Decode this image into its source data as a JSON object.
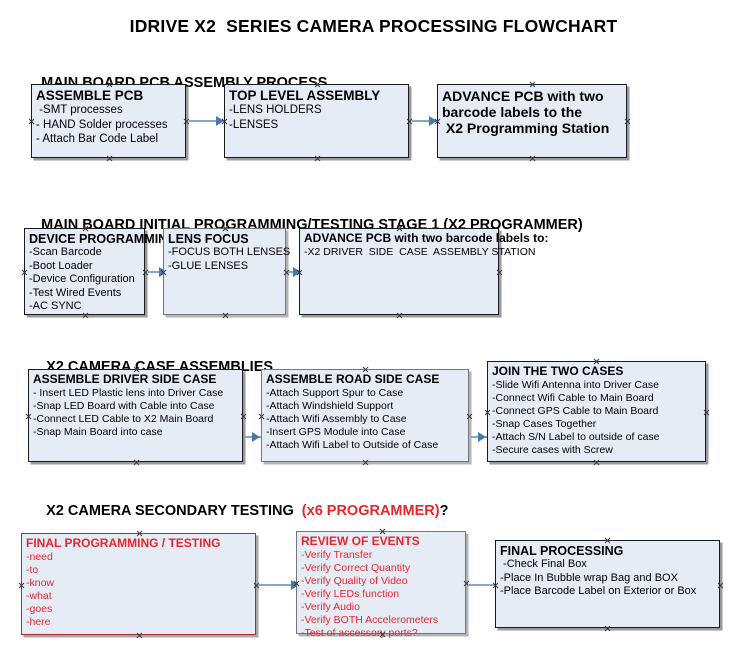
{
  "title": "IDRIVE X2  SERIES CAMERA PROCESSING FLOWCHART",
  "colors": {
    "node_fill": "#e6ecf6",
    "node_border": "#1b1b1b",
    "shadow": "#9a9a9a",
    "connector": "#8aa7c4",
    "arrow": "#4a77ad",
    "red_text": "#e8262b",
    "black_text": "#000000"
  },
  "sections": [
    {
      "heading": "MAIN BOARD PCB ASSEMBLY PROCESS",
      "heading_red": "",
      "heading_tail": "",
      "nodes": [
        {
          "header": "ASSEMBLE PCB",
          "lines": [
            " -SMT processes",
            "- HAND Solder processes",
            "- Attach Bar Code Label"
          ]
        },
        {
          "header": "TOP LEVEL ASSEMBLY",
          "lines": [
            "-LENS HOLDERS",
            "-LENSES"
          ]
        },
        {
          "header": "ADVANCE PCB with two",
          "lines": [
            "barcode labels to the",
            " X2 Programming Station"
          ]
        }
      ]
    },
    {
      "heading": "MAIN BOARD INITIAL PROGRAMMING/TESTING STAGE 1 (X2 PROGRAMMER)",
      "heading_red": "",
      "heading_tail": "",
      "nodes": [
        {
          "header": "DEVICE PROGRAMMING",
          "lines": [
            "-Scan Barcode",
            "-Boot Loader",
            "-Device Configuration",
            "-Test Wired Events",
            "-AC SYNC"
          ]
        },
        {
          "header": "LENS FOCUS",
          "lines": [
            "-FOCUS BOTH LENSES",
            "-GLUE LENSES"
          ]
        },
        {
          "header": "ADVANCE PCB with two barcode labels to:",
          "lines": [
            "-X2 DRIVER  SIDE  CASE  ASSEMBLY STATION"
          ]
        }
      ]
    },
    {
      "heading": "X2 CAMERA CASE ASSEMBLIES",
      "heading_red": "",
      "heading_tail": "",
      "nodes": [
        {
          "header": "ASSEMBLE DRIVER SIDE CASE",
          "lines": [
            "- Insert LED Plastic lens into Driver Case",
            "-Snap LED Board with Cable into Case",
            "-Connect LED Cable to X2 Main Board",
            "-Snap Main Board into case"
          ]
        },
        {
          "header": "ASSEMBLE ROAD SIDE CASE",
          "lines": [
            "-Attach Support Spur to Case",
            "-Attach Windshield Support",
            "-Attach Wifi Assembly to Case",
            "-Insert GPS Module into Case",
            "-Attach Wifi Label to Outside of Case"
          ]
        },
        {
          "header": "JOIN THE TWO CASES",
          "lines": [
            "-Slide Wifi Antenna into Driver Case",
            "-Connect Wifi Cable to Main Board",
            "-Connect GPS Cable to Main Board",
            "-Snap Cases Together",
            "-Attach S/N Label to outside of case",
            "-Secure cases with Screw"
          ]
        }
      ]
    },
    {
      "heading": "X2 CAMERA SECONDARY TESTING  ",
      "heading_red": "(x6 PROGRAMMER)",
      "heading_tail": "?",
      "nodes": [
        {
          "header": "FINAL PROGRAMMING / TESTING",
          "lines": [
            "-need",
            "-to",
            "-know",
            "-what",
            "-goes",
            "-here"
          ]
        },
        {
          "header": "REVIEW OF EVENTS",
          "lines": [
            "-Verify Transfer",
            "-Verify Correct Quantity",
            "-Verify Quality of Video",
            "-Verify LEDs function",
            "-Verify Audio",
            "-Verify BOTH Accelerometers",
            "-Test of accessory ports?"
          ]
        },
        {
          "header": "FINAL PROCESSING",
          "lines": [
            " -Check Final Box",
            "-Place In Bubble wrap Bag and BOX",
            "-Place Barcode Label on Exterior or Box"
          ]
        }
      ]
    }
  ]
}
